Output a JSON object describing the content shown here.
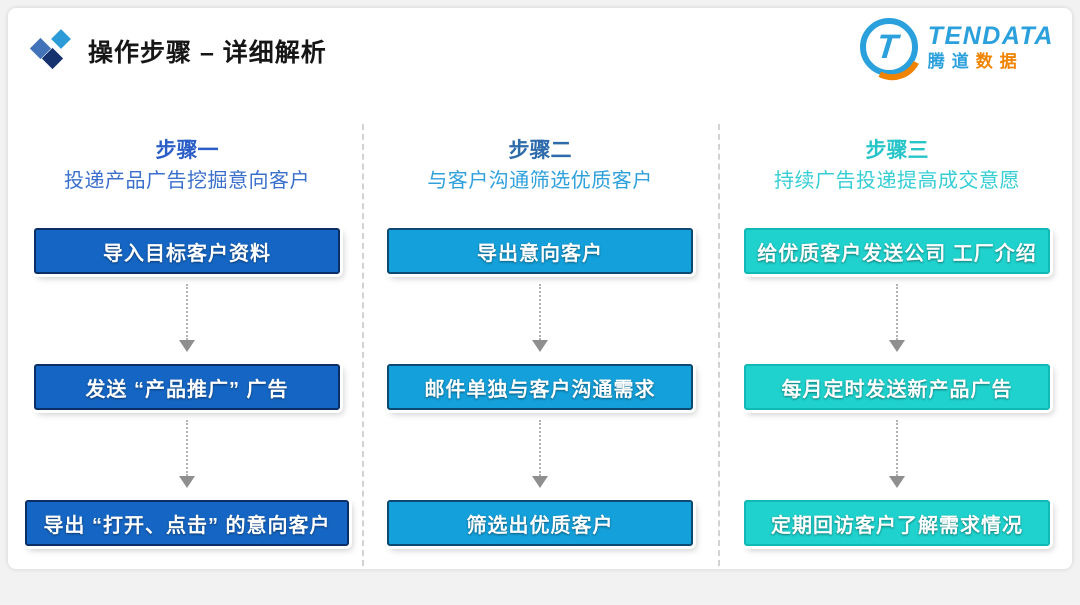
{
  "page": {
    "background": "#f2f2f3",
    "card_background": "#ffffff",
    "separator_color": "#d2d2d2",
    "arrow_line_color": "#b2b2b2",
    "arrow_head_color": "#8f8f8f"
  },
  "header": {
    "title": "操作步骤 – 详细解析",
    "icon_colors": {
      "left": "#4273b8",
      "top_right": "#2b9cd8",
      "bottom": "#15316e"
    }
  },
  "logo": {
    "letter": "T",
    "name": "TENDATA",
    "cn_blue": "腾道",
    "cn_orange": "数据",
    "blue": "#2aa0dc",
    "orange": "#f08300"
  },
  "columns": [
    {
      "title": "步骤一",
      "subtitle": "投递产品广告挖掘意向客户",
      "title_color": "#2b5fc7",
      "subtitle_color": "#3a70cc",
      "box_bg": "#1566c4",
      "box_border": "#0a2f66",
      "boxes": [
        "导入目标客户资料",
        "发送 “产品推广” 广告",
        "导出 “打开、点击” 的意向客户"
      ]
    },
    {
      "title": "步骤二",
      "subtitle": "与客户沟通筛选优质客户",
      "title_color": "#2d6bab",
      "subtitle_color": "#2ea0dc",
      "box_bg": "#14a0da",
      "box_border": "#0c4a73",
      "boxes": [
        "导出意向客户",
        "邮件单独与客户沟通需求",
        "筛选出优质客户"
      ]
    },
    {
      "title": "步骤三",
      "subtitle": "持续广告投递提高成交意愿",
      "title_color": "#27c5c9",
      "subtitle_color": "#35ced4",
      "box_bg": "#1fd2cd",
      "box_border": "#10b9b6",
      "boxes": [
        "给优质客户发送公司 工厂介绍",
        "每月定时发送新产品广告",
        "定期回访客户了解需求情况"
      ]
    }
  ]
}
